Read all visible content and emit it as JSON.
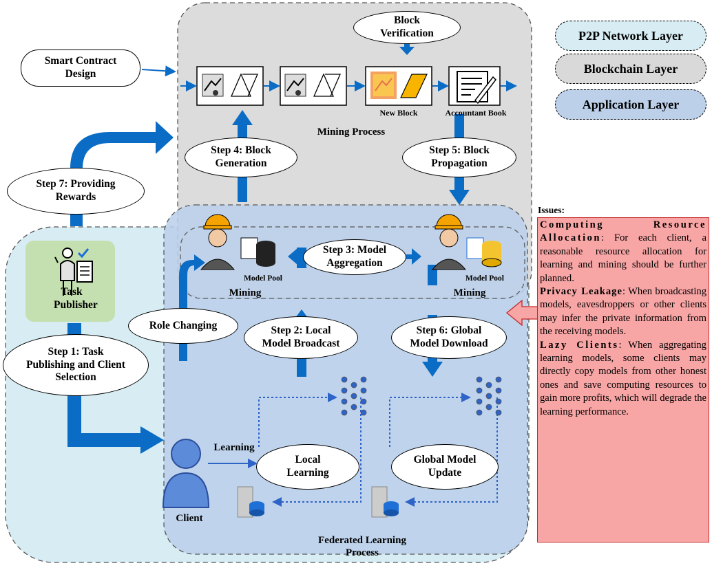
{
  "layers": {
    "p2p": "P2P Network Layer",
    "blockchain": "Blockchain Layer",
    "application": "Application Layer"
  },
  "blockchain": {
    "block_verification": "Block\nVerification",
    "smart_contract": "Smart Contract\nDesign",
    "new_block": "New Block",
    "accountant_book": "Accountant Book",
    "mining_process": "Mining Process"
  },
  "steps": {
    "step1": "Step 1: Task\nPublishing and Client\nSelection",
    "step2": "Step 2: Local\nModel Broadcast",
    "step3": "Step 3: Model\nAggregation",
    "step4": "Step 4: Block\nGeneration",
    "step5": "Step 5: Block\nPropagation",
    "step6": "Step 6: Global\nModel Download",
    "step7": "Step 7: Providing\nRewards"
  },
  "application": {
    "task_publisher": "Task\nPublisher",
    "role_changing": "Role Changing",
    "model_pool_left": "Model Pool",
    "model_pool_right": "Model Pool",
    "mining_left": "Mining",
    "mining_right": "Mining",
    "client": "Client",
    "learning": "Learning",
    "local_learning": "Local\nLearning",
    "global_model_update": "Global Model\nUpdate",
    "federated_learning": "Federated Learning\nProcess"
  },
  "issues": {
    "title": "Issues:",
    "computing_title": "Computing Resource Allocation",
    "computing_text": ": For each client, a reasonable resource allocation for learning and mining should be further planned.",
    "privacy_title": "Privacy Leakage",
    "privacy_text": ": When broadcasting models, eavesdroppers or other clients may infer the private information from the receiving models.",
    "lazy_title": "Lazy Clients",
    "lazy_text": ": When aggregating learning models, some clients may directly copy models from other honest ones and save computing resources to gain more profits, which will degrade the learning performance."
  },
  "colors": {
    "arrow_blue": "#0a6cc4",
    "blockchain_bg": "#d9d9d9",
    "application_bg": "#bcd0ea",
    "p2p_bg": "#d7ecf3",
    "task_green": "#c5e0b0",
    "issues_bg": "#f8a5a5"
  }
}
